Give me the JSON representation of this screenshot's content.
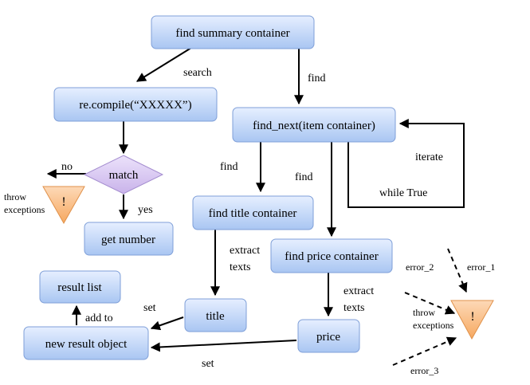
{
  "colors": {
    "node_fill_top": "#e6efff",
    "node_fill_bottom": "#a9c6f2",
    "node_border": "#7f9fd8",
    "decision_fill": "#d8c6f0",
    "decision_border": "#a48dcf",
    "warning_fill": "#fac08f",
    "warning_border": "#e0914a",
    "line": "#000000"
  },
  "nodes": {
    "find_summary": "find summary container",
    "recompile": "re.compile(“XXXXX”)",
    "find_next": "find_next(item container)",
    "match": "match",
    "get_number": "get number",
    "find_title": "find title container",
    "find_price": "find price container",
    "result_list": "result list",
    "title": "title",
    "price": "price",
    "new_result": "new result object"
  },
  "warnings": {
    "left": {
      "symbol": "!",
      "label_line1": "throw",
      "label_line2": "exceptions"
    },
    "right": {
      "symbol": "!",
      "label_line1": "throw",
      "label_line2": "exceptions"
    }
  },
  "edge_labels": {
    "search": "search",
    "find_top": "find",
    "no": "no",
    "yes": "yes",
    "find_left": "find",
    "find_mid": "find",
    "iterate": "iterate",
    "while_true": "while True",
    "extract_texts_1_line1": "extract",
    "extract_texts_1_line2": "texts",
    "extract_texts_2_line1": "extract",
    "extract_texts_2_line2": "texts",
    "set_title": "set",
    "add_to": "add to",
    "set_price": "set",
    "error_1": "error_1",
    "error_2": "error_2",
    "error_3": "error_3"
  }
}
